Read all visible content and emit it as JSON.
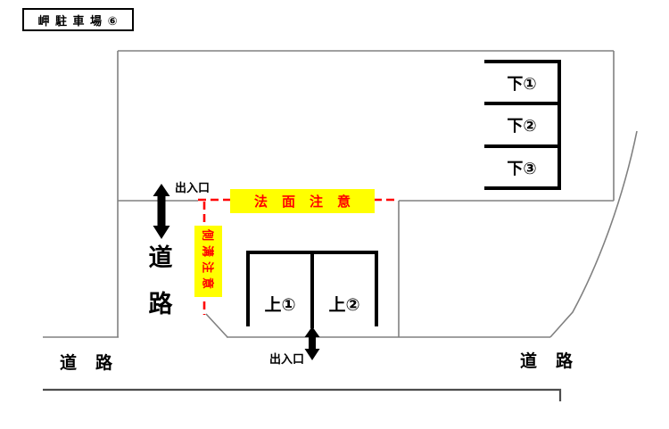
{
  "title": "岬 駐 車 場 ⑥",
  "warnings": {
    "slope_caution": "法面注意",
    "gutter_caution": "側溝注意"
  },
  "entrances": {
    "left_label": "出入口",
    "bottom_label": "出入口"
  },
  "roads": {
    "left_vertical": [
      "道",
      "路"
    ],
    "bottom_left": "道路",
    "bottom_right": "道路"
  },
  "parking_spaces": {
    "upper_row": [
      "下①",
      "下②",
      "下③"
    ],
    "lower_row": [
      "上①",
      "上②"
    ]
  },
  "colors": {
    "warning_bg": "#ffff00",
    "warning_text": "#ff0000",
    "hazard_dashed_line": "#ff0000",
    "boundary_line": "#808080",
    "parking_line": "#000000",
    "road_edge_line": "#4d4d4d"
  }
}
